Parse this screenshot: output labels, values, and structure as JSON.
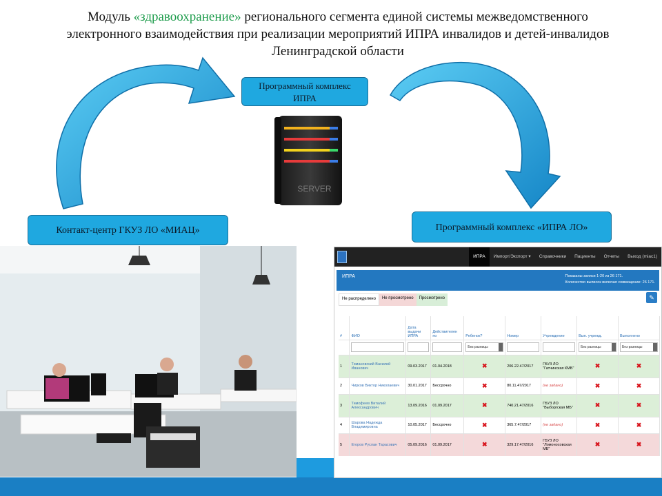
{
  "title": {
    "line1_pre": "Модуль",
    "line1_highlight": "«здравоохранение»",
    "line1_post": "регионального сегмента единой системы межведомственного",
    "line2": "электронного взаимодействия при реализации мероприятий ИПРА инвалидов и детей-инвалидов",
    "line3": "Ленинградской области"
  },
  "boxes": {
    "center_line1": "Программный комплекс",
    "center_line2": "ИПРА",
    "left": "Контакт-центр ГКУЗ ЛО «МИАЦ»",
    "right": "Программный комплекс «ИПРА ЛО»"
  },
  "server_label": "SERVER",
  "colors": {
    "accent_blue": "#1fa8e0",
    "highlight_green": "#1e9c4c",
    "footer_blue": "#1a7fc4"
  },
  "app": {
    "nav": [
      "ИПРА",
      "Импорт/Экспорт ▾",
      "Справочники",
      "Пациенты",
      "Отчеты",
      "Выход (miac1)"
    ],
    "panel_title": "ИПРА",
    "info_line1": "Показаны записи 1-20 из 26 171.",
    "info_line2": "Количество выписок включая совмещение: 26 171.",
    "tabs": [
      "Не распределено",
      "Не просмотрено",
      "Просмотрено"
    ],
    "columns": [
      "#",
      "ФИО",
      "Дата выдачи ИПРА",
      "Действителен по",
      "Ребенок?",
      "Номер",
      "Учреждение",
      "Вып. учрежд.",
      "Выполнено"
    ],
    "filter_option": "Без разницы",
    "rows": [
      {
        "n": "1",
        "fio": "Тимановский Василий Иванович",
        "date": "09.03.2017",
        "valid": "01.04.2018",
        "num": "206.22.47/2017",
        "inst": "ГБУЗ ЛО \"Гатчинская КМБ\"",
        "inst_missing": false,
        "style": "green"
      },
      {
        "n": "2",
        "fio": "Чирков Виктор Николаевич",
        "date": "30.01.2017",
        "valid": "Бессрочно",
        "num": "80.11.47/2017",
        "inst": "(не задано)",
        "inst_missing": true,
        "style": "white"
      },
      {
        "n": "3",
        "fio": "Тимофеев Виталий Александрович",
        "date": "13.09.2016",
        "valid": "01.09.2017",
        "num": "740.21.47/2016",
        "inst": "ГБУЗ ЛО \"Выборгская МБ\"",
        "inst_missing": false,
        "style": "green"
      },
      {
        "n": "4",
        "fio": "Шарова Надежда Владимировна",
        "date": "10.05.2017",
        "valid": "Бессрочно",
        "num": "365.7.47/2017",
        "inst": "(не задано)",
        "inst_missing": true,
        "style": "white"
      },
      {
        "n": "5",
        "fio": "Егоров Руслан Тарасович",
        "date": "05.09.2016",
        "valid": "01.09.2017",
        "num": "329.17.47/2016",
        "inst": "ГБУЗ ЛО \"Ломоносовская МБ\"",
        "inst_missing": false,
        "style": "red"
      }
    ],
    "mark": "✖"
  }
}
